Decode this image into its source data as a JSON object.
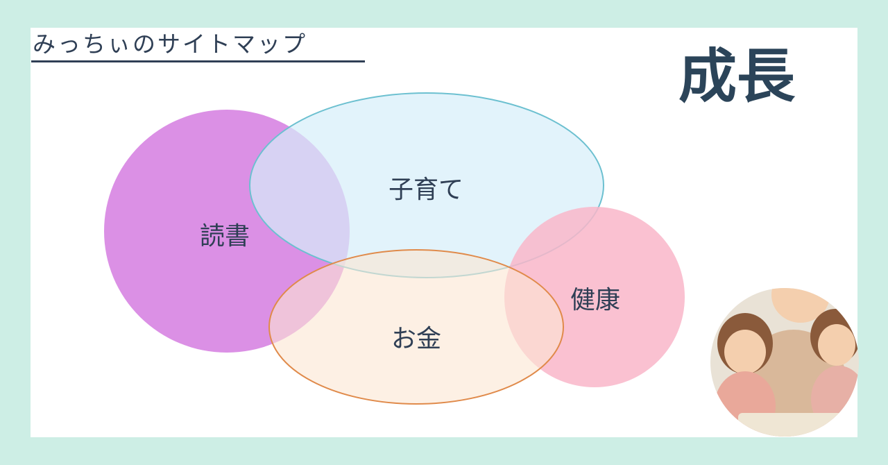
{
  "header": {
    "site_map_title": "みっちぃのサイトマップ",
    "main_title": "成長"
  },
  "diagram": {
    "circles": [
      {
        "id": "reading",
        "label": "読書",
        "fill": "#d98ae4",
        "stroke": "none"
      },
      {
        "id": "parenting",
        "label": "子育て",
        "fill": "#d6eef9",
        "stroke": "#6cc0d0"
      },
      {
        "id": "health",
        "label": "健康",
        "fill": "#f9b6c9",
        "stroke": "none"
      },
      {
        "id": "money",
        "label": "お金",
        "fill": "#fbe6d2",
        "stroke": "#e08a4a"
      }
    ]
  },
  "photo": {
    "icon": "family-illustration-icon",
    "colors": {
      "sky": "#e9e2d6",
      "shirt": "#d9b89a",
      "skin": "#f4cfae",
      "hair": "#8a5a3b"
    }
  },
  "colors": {
    "background": "#cdeee5",
    "card": "#ffffff",
    "text": "#2f3f55",
    "title": "#2b4459"
  }
}
